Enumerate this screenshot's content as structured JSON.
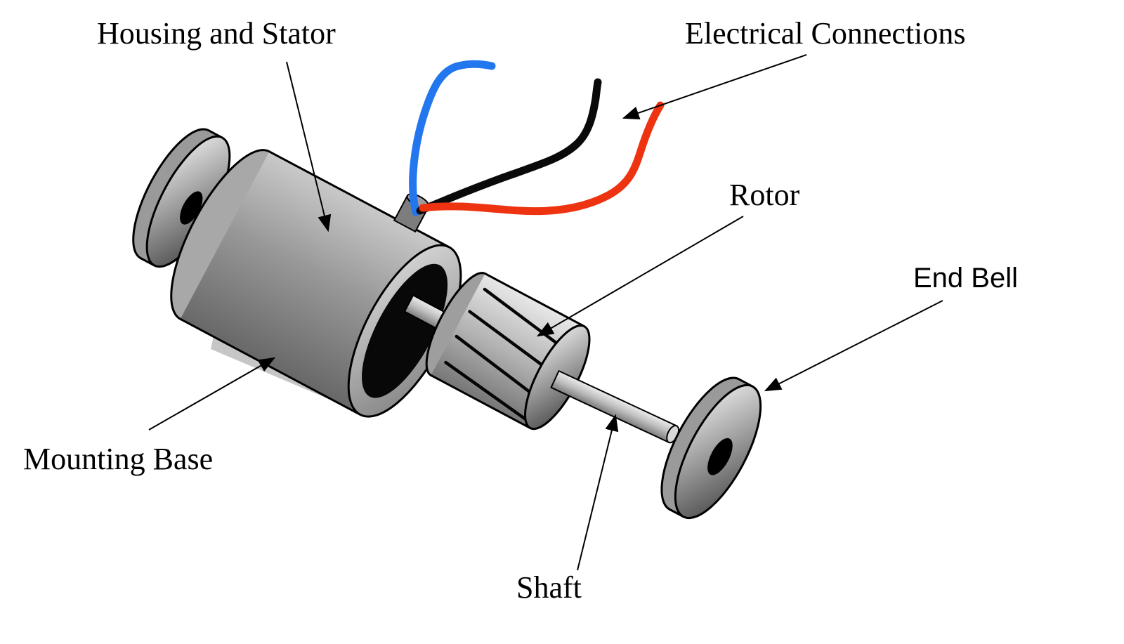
{
  "diagram": {
    "labels": {
      "housing": "Housing and Stator",
      "electrical": "Electrical Connections",
      "rotor": "Rotor",
      "end_bell": "End Bell",
      "mounting_base": "Mounting Base",
      "shaft": "Shaft"
    },
    "colors": {
      "wire_blue": "#2277ee",
      "wire_black": "#0a0a0a",
      "wire_red": "#ee3311",
      "outline": "#000000"
    }
  }
}
